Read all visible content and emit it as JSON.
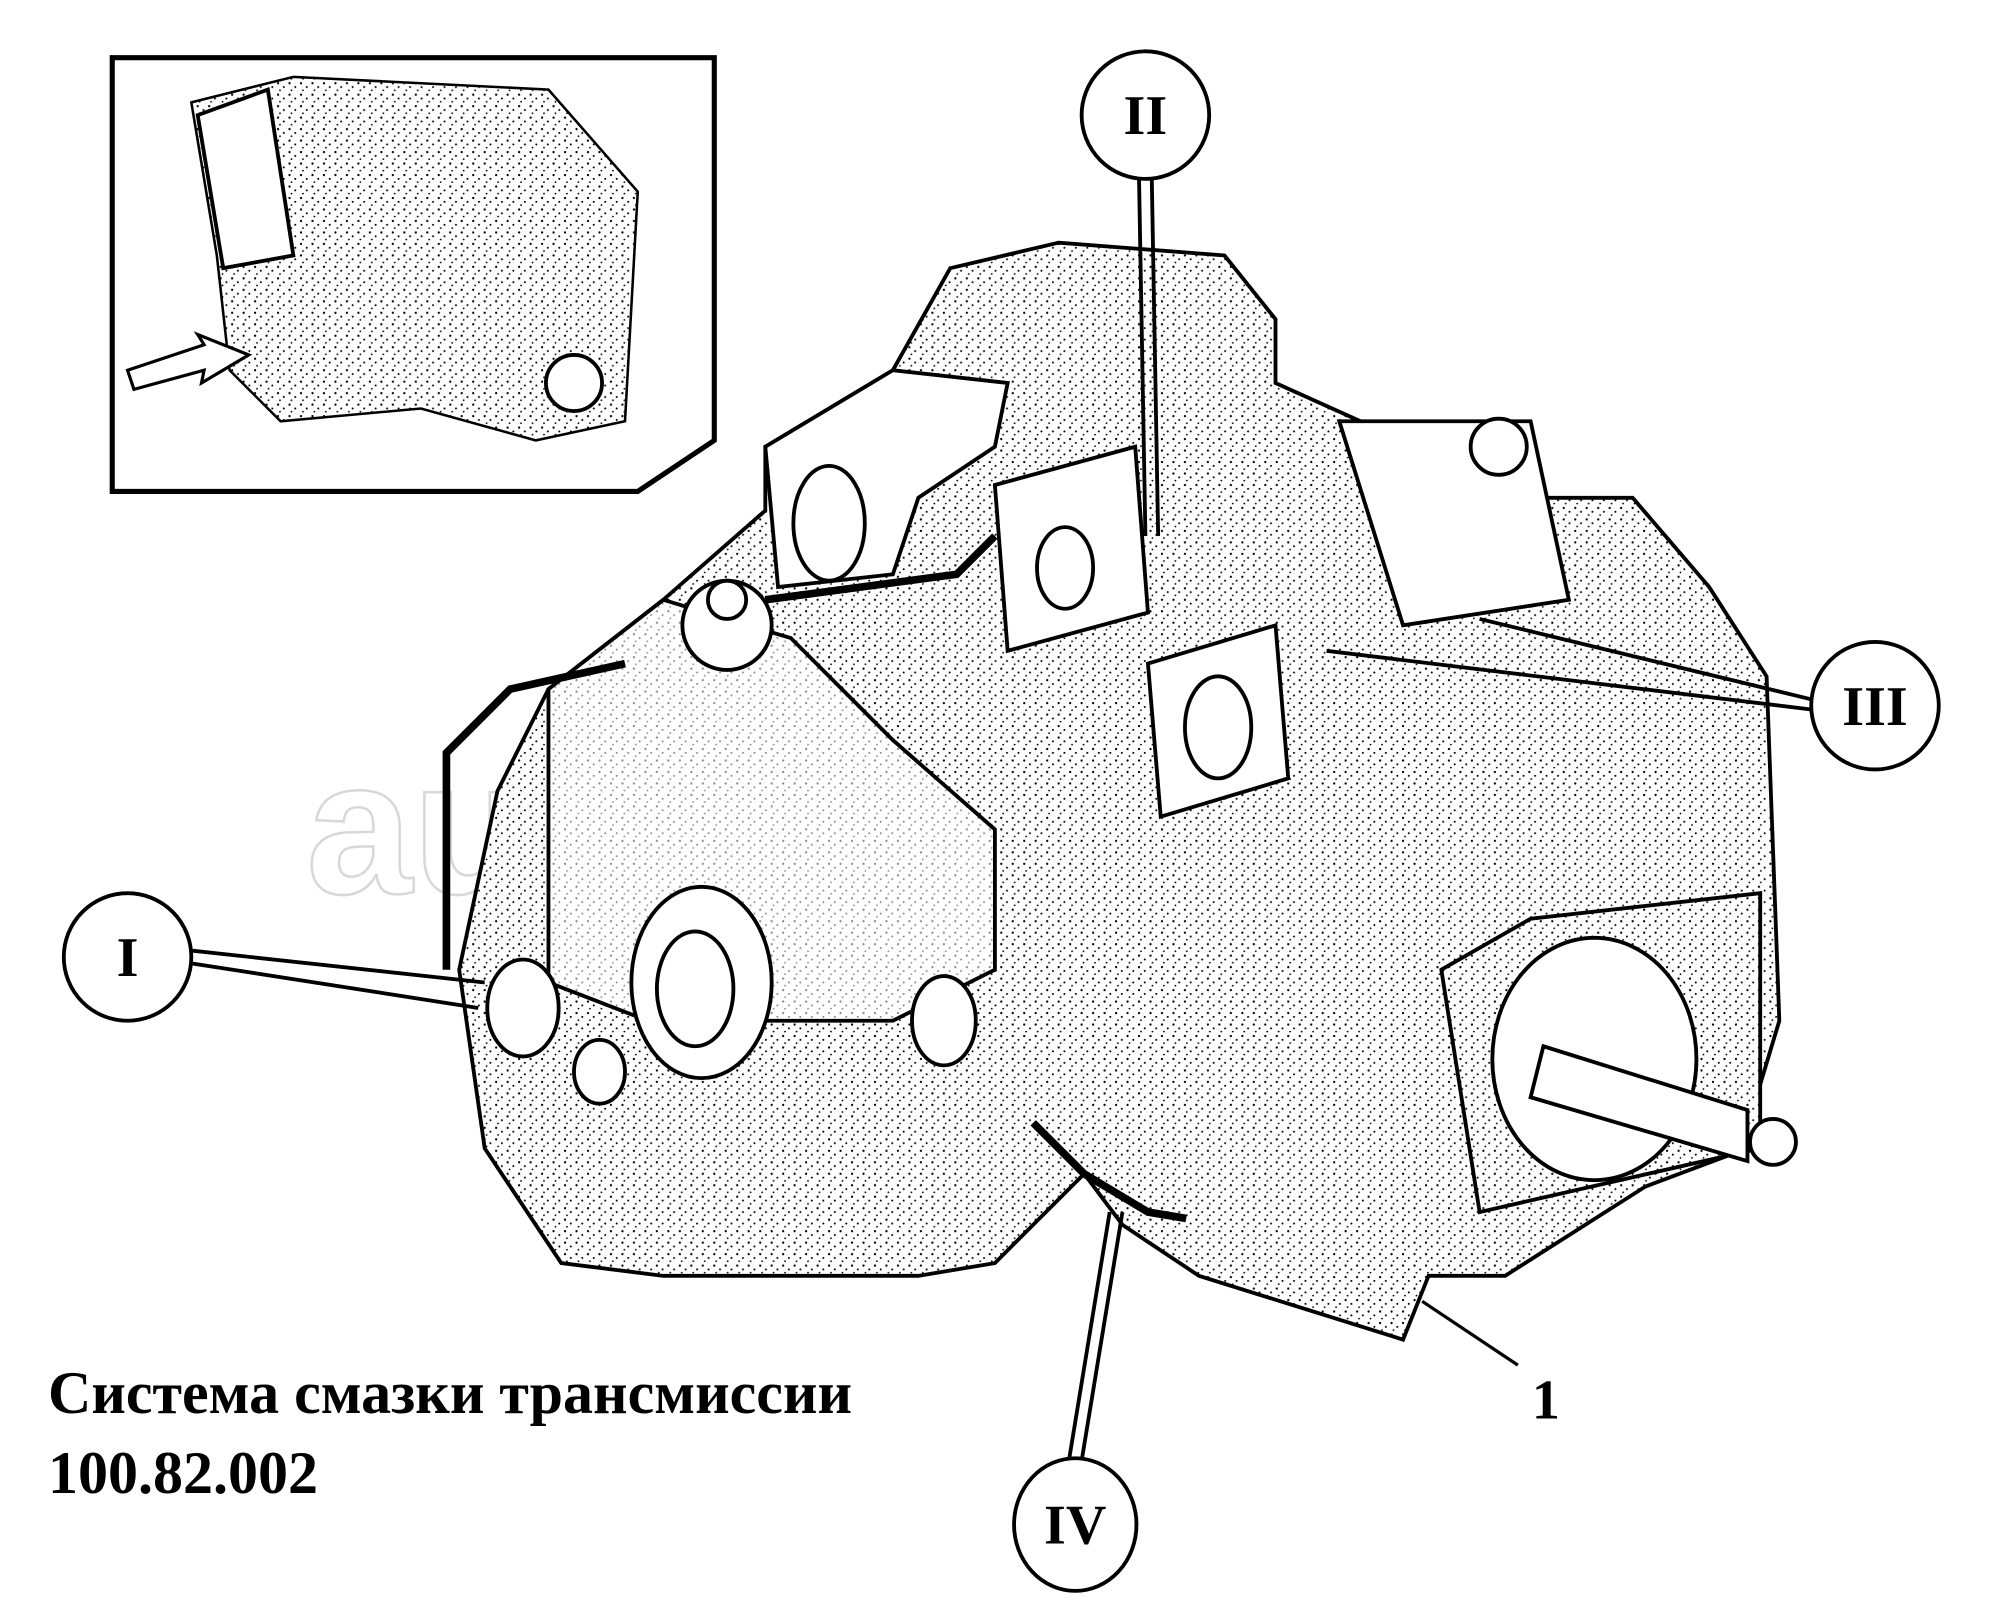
{
  "title": "Система смазки трансмиссии",
  "code": "100.82.002",
  "watermark": "autopiter.ru",
  "callouts": {
    "i": "I",
    "ii": "II",
    "iii": "III",
    "iv": "IV",
    "part1": "1"
  },
  "colors": {
    "ink": "#000000",
    "paper": "#ffffff",
    "watermark": "#d8d8d8"
  }
}
